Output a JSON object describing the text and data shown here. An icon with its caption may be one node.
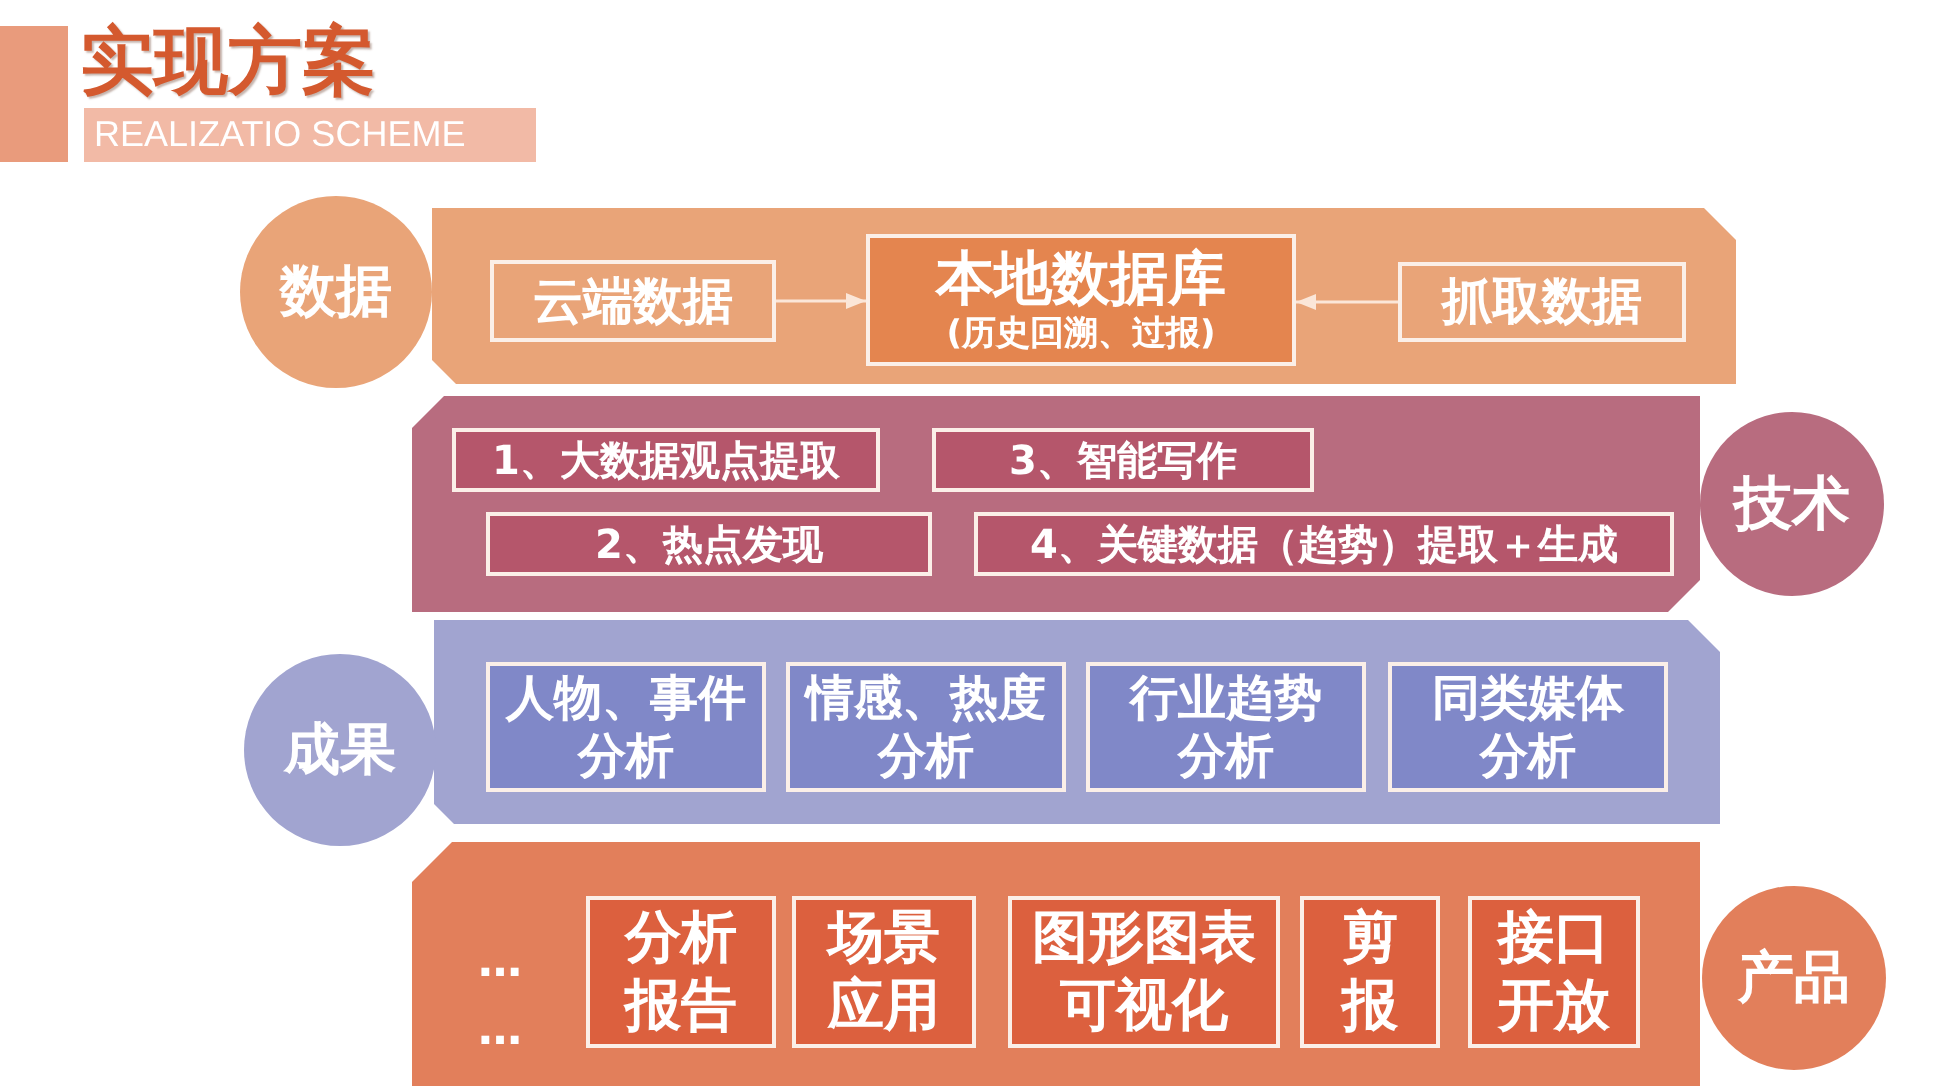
{
  "diagram": {
    "title": "实现方案",
    "nodes": [
      {
        "text": [
          "数据"
        ]
      },
      {
        "text": [
          "云端数据"
        ],
        "in": 0
      },
      {
        "text": [
          "本地数据库",
          "(历史回溯、过报)"
        ],
        "in": 0
      },
      {
        "text": [
          "抓取数据"
        ],
        "in": 0
      },
      {
        "text": [
          "技术"
        ]
      },
      {
        "text": [
          "1、大数据观点提取"
        ],
        "in": 4
      },
      {
        "text": [
          "3、智能写作"
        ],
        "in": 4
      },
      {
        "text": [
          "2、热点发现"
        ],
        "in": 4
      },
      {
        "text": [
          "4、关键数据（趋势）提取＋生成"
        ],
        "in": 4
      },
      {
        "text": [
          "成果"
        ]
      },
      {
        "text": [
          "人物、事件分析"
        ],
        "in": 9
      },
      {
        "text": [
          "情感、热度分析"
        ],
        "in": 9
      },
      {
        "text": [
          "行业趋势分析"
        ],
        "in": 9
      },
      {
        "text": [
          "同类媒体分析"
        ],
        "in": 9
      },
      {
        "text": [
          "…",
          "…",
          "产品"
        ]
      },
      {
        "text": [
          "分析报告"
        ],
        "in": 14
      },
      {
        "text": [
          "场景应用"
        ],
        "in": 14
      },
      {
        "text": [
          "图形图表可视化"
        ],
        "in": 14
      },
      {
        "text": [
          "剪报"
        ],
        "in": 14
      },
      {
        "text": [
          "接口开放"
        ],
        "in": 14
      }
    ],
    "edges": [
      {
        "from": 1,
        "to": 2,
        "arrow": "to"
      },
      {
        "from": 3,
        "to": 2,
        "arrow": "to"
      }
    ],
    "labels": [
      "REALIZATIO SCHEME"
    ]
  }
}
